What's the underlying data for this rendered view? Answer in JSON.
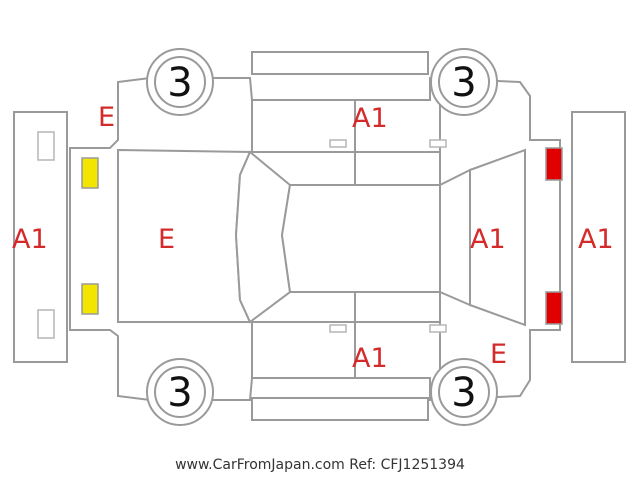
{
  "diagram": {
    "panels": {
      "front_bumper": "A1",
      "hood": "E",
      "front_left_fender": "E",
      "roof_right_door_top": "A1",
      "roof_right_door_bottom": "A1",
      "rear_window_panel": "A1",
      "rear_bumper": "A1",
      "rear_right_fender": "E"
    },
    "wheels": [
      "3",
      "3",
      "3",
      "3"
    ],
    "colors": {
      "code_text": "#d42a2a",
      "headlamp": "#f2e600",
      "taillamp": "#e00000",
      "outline": "#9a9a9a"
    }
  },
  "footer": "www.CarFromJapan.com Ref: CFJ1251394"
}
